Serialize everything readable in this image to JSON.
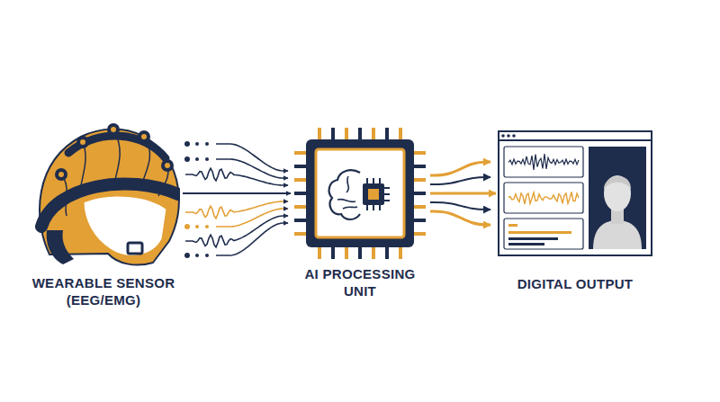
{
  "diagram": {
    "nodes": [
      {
        "text": [
          "WEARABLE SENSOR (EEG/EMG)"
        ]
      },
      {
        "text": [
          "AI PROCESSING UNIT"
        ]
      },
      {
        "text": [
          "DIGITAL OUTPUT"
        ]
      }
    ],
    "edges": [
      {
        "from": 0,
        "to": 1,
        "arrow": "to"
      },
      {
        "from": 1,
        "to": 2,
        "arrow": "to"
      }
    ]
  }
}
